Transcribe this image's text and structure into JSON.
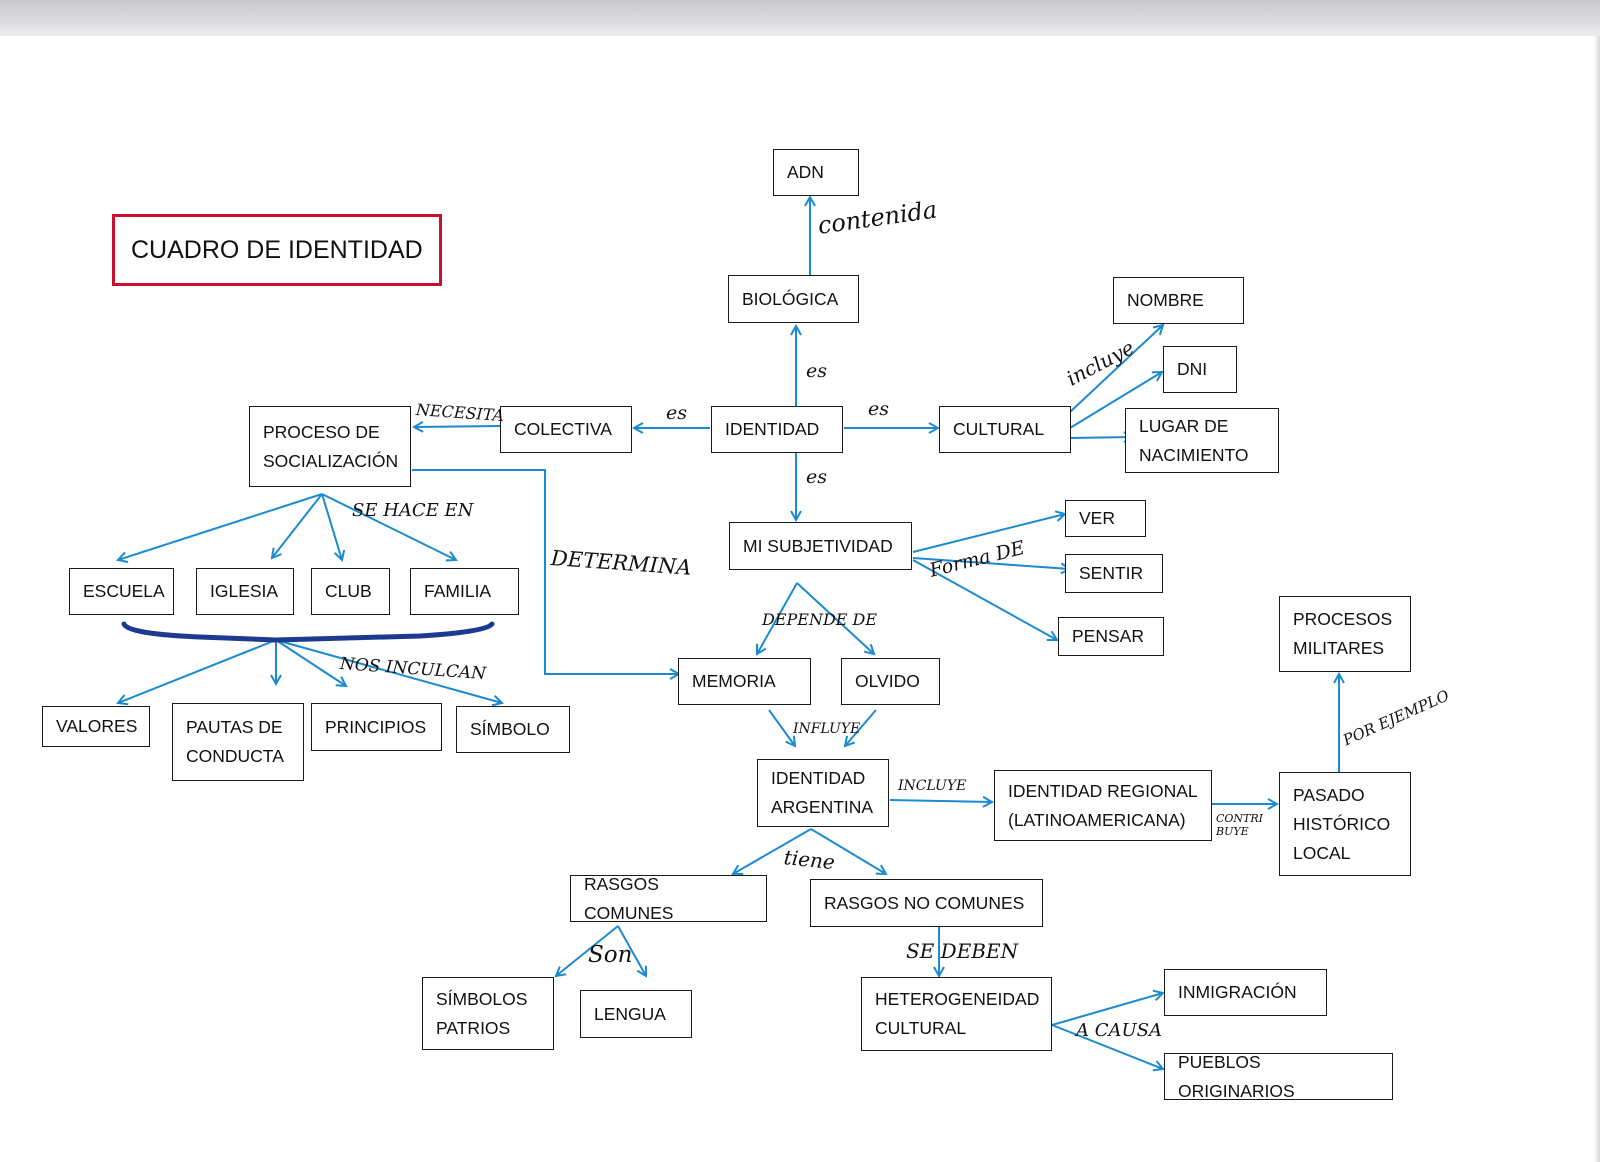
{
  "title": "CUADRO DE IDENTIDAD",
  "colors": {
    "arrows": "#1a8bd0",
    "title_border": "#c8102e",
    "brace": "#1c3a8f"
  },
  "nodes": {
    "adn": "ADN",
    "biologica": "BIOLÓGICA",
    "identidad": "IDENTIDAD",
    "colectiva": "COLECTIVA",
    "proceso": "PROCESO DE\nSOCIALIZACIÓN",
    "cultural": "CULTURAL",
    "nombre": "NOMBRE",
    "dni": "DNI",
    "lugar": "LUGAR DE\nNACIMIENTO",
    "subjetividad": "MI SUBJETIVIDAD",
    "ver": "VER",
    "sentir": "SENTIR",
    "pensar": "PENSAR",
    "escuela": "ESCUELA",
    "iglesia": "IGLESIA",
    "club": "CLUB",
    "familia": "FAMILIA",
    "valores": "VALORES",
    "pautas": "PAUTAS DE\nCONDUCTA",
    "principios": "PRINCIPIOS",
    "simbolo": "SÍMBOLO",
    "memoria": "MEMORIA",
    "olvido": "OLVIDO",
    "argentina": "IDENTIDAD\nARGENTINA",
    "regional": "IDENTIDAD REGIONAL\n(LATINOAMERICANA)",
    "pasado": "PASADO\nHISTÓRICO\nLOCAL",
    "militares": "PROCESOS\nMILITARES",
    "rasgos_comunes": "RASGOS COMUNES",
    "rasgos_no_comunes": "RASGOS NO COMUNES",
    "simbolos_patrios": "SÍMBOLOS\nPATRIOS",
    "lengua": "LENGUA",
    "heterogeneidad": "HETEROGENEIDAD\nCULTURAL",
    "inmigracion": "INMIGRACIÓN",
    "pueblos": "PUEBLOS ORIGINARIOS"
  },
  "labels": {
    "contenida": "contenida",
    "es_up": "es",
    "es_left": "es",
    "es_right": "es",
    "es_down": "es",
    "incluye": "incluye",
    "necesita": "NECESITA",
    "se_hace_en": "SE HACE EN",
    "determina": "DETERMINA",
    "forma_de": "Forma DE",
    "depende_de": "DEPENDE DE",
    "nos_inculcan": "NOS INCULCAN",
    "influye": "INFLUYE",
    "incluye2": "INCLUYE",
    "contribuye": "CONTRI\nBUYE",
    "por_ejemplo": "POR EJEMPLO",
    "tiene": "tiene",
    "son": "Son",
    "se_deben": "SE DEBEN",
    "a_causa": "A CAUSA"
  }
}
